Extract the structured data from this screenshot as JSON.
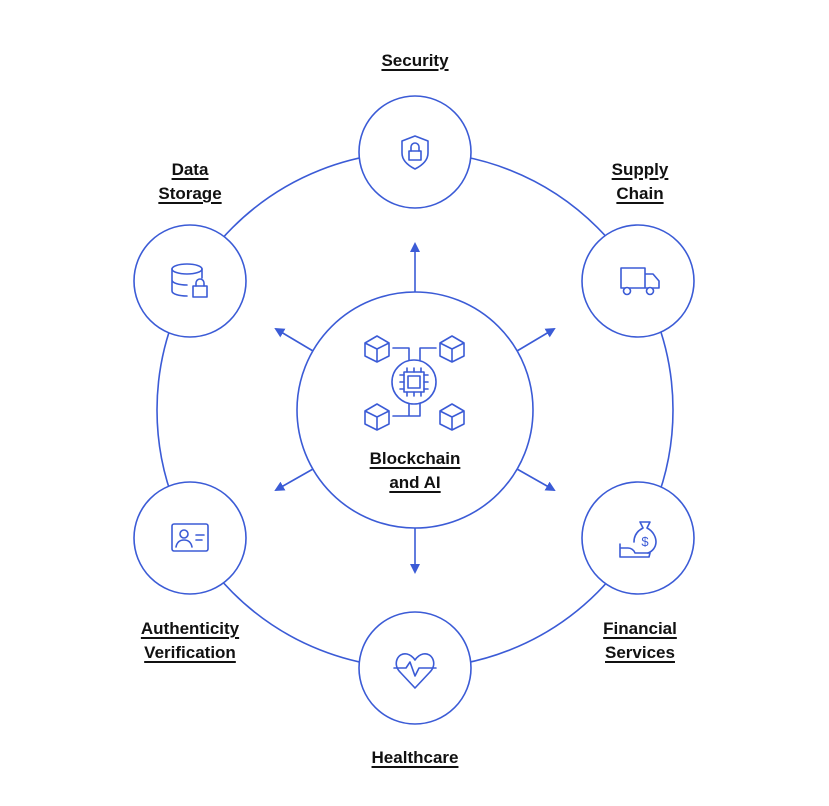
{
  "center": {
    "line1": "Blockchain",
    "line2": "and AI"
  },
  "nodes": [
    {
      "id": "security",
      "lines": [
        "Security"
      ],
      "icon": "shield-lock-icon"
    },
    {
      "id": "supply-chain",
      "lines": [
        "Supply",
        "Chain"
      ],
      "icon": "truck-icon"
    },
    {
      "id": "financial-services",
      "lines": [
        "Financial",
        "Services"
      ],
      "icon": "money-bag-hand-icon"
    },
    {
      "id": "healthcare",
      "lines": [
        "Healthcare"
      ],
      "icon": "heart-pulse-icon"
    },
    {
      "id": "authenticity-verification",
      "lines": [
        "Authenticity",
        "Verification"
      ],
      "icon": "id-card-icon"
    },
    {
      "id": "data-storage",
      "lines": [
        "Data",
        "Storage"
      ],
      "icon": "database-lock-icon"
    }
  ],
  "colors": {
    "accent": "#3b5bd6",
    "text": "#111111"
  }
}
